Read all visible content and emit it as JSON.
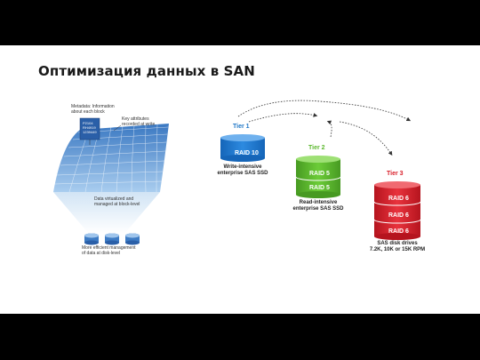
{
  "slide": {
    "title": "Оптимизация данных в SAN"
  },
  "left_diagram": {
    "metadata_label_1": "Metadata: Information",
    "metadata_label_2": "about each block",
    "key_attr_1": "Key attributes",
    "key_attr_2": "recorded at write",
    "metadata_values": [
      "P2104",
      "RH4919",
      "1239449"
    ],
    "virtualized_1": "Data virtualized and",
    "virtualized_2": "managed at block-level",
    "efficient_1": "More efficient management",
    "efficient_2": "of data at disk-level"
  },
  "tiers": {
    "tier1": {
      "label": "Tier 1",
      "raid": [
        "RAID 10"
      ],
      "desc_1": "Write-intensive",
      "desc_2": "enterprise SAS SSD",
      "color": "#1f77c7"
    },
    "tier2": {
      "label": "Tier 2",
      "raid": [
        "RAID 5",
        "RAID 5"
      ],
      "desc_1": "Read-intensive",
      "desc_2": "enterprise SAS SSD",
      "color": "#5cb82e"
    },
    "tier3": {
      "label": "Tier 3",
      "raid": [
        "RAID 6",
        "RAID 6",
        "RAID 6"
      ],
      "desc_1": "SAS disk drives",
      "desc_2": "7.2K, 10K or 15K RPM",
      "color": "#d9202a"
    }
  }
}
